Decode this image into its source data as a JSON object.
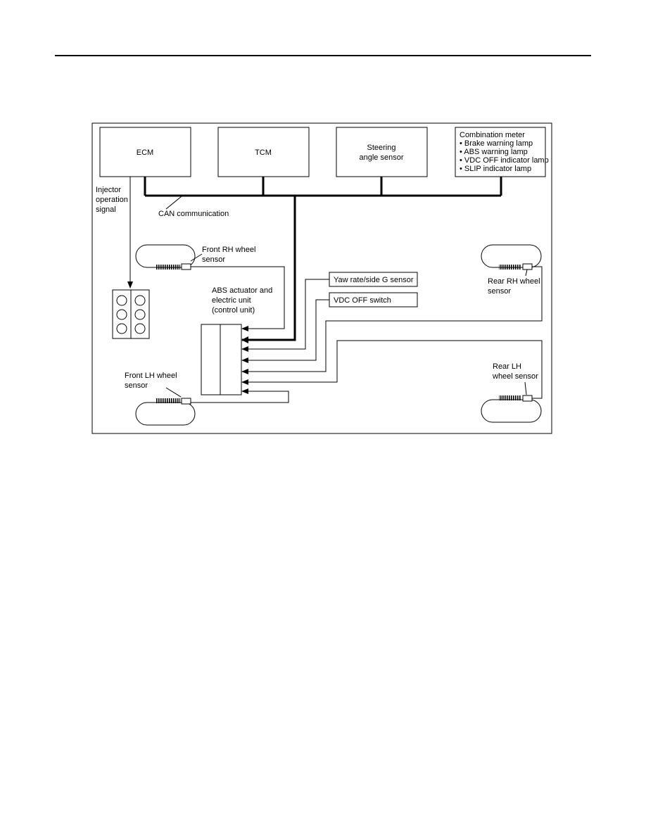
{
  "modules": {
    "ecm": "ECM",
    "tcm": "TCM",
    "steering_line1": "Steering",
    "steering_line2": "angle sensor",
    "meter_title": "Combination meter",
    "meter_items": [
      "• Brake warning lamp",
      "• ABS warning lamp",
      "• VDC OFF indicator lamp",
      "• SLIP indicator lamp"
    ]
  },
  "labels": {
    "injector": [
      "Injector",
      "operation",
      "signal"
    ],
    "can": "CAN communication",
    "front_rh": [
      "Front RH wheel",
      "sensor"
    ],
    "rear_rh": [
      "Rear RH wheel",
      "sensor"
    ],
    "abs": [
      "ABS actuator and",
      "electric unit",
      "(control unit)"
    ],
    "yaw": "Yaw rate/side G sensor",
    "vdc": "VDC OFF switch",
    "front_lh": [
      "Front LH wheel",
      "sensor"
    ],
    "rear_lh": [
      "Rear LH",
      "wheel sensor"
    ]
  }
}
